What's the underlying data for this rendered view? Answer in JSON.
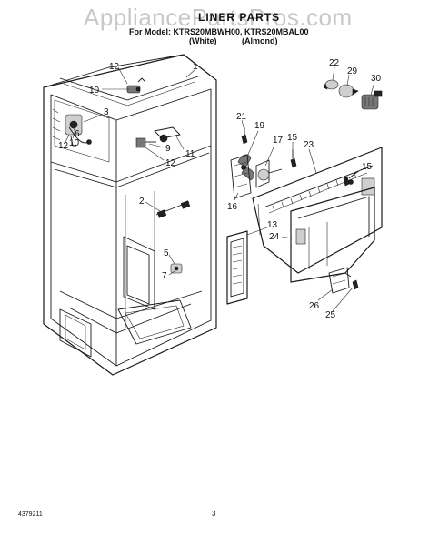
{
  "watermark": "AppliancePartsPros.com",
  "title": "LINER PARTS",
  "models_line": "For Model: KTRS20MBWH00, KTRS20MBAL00",
  "color_white": "(White)",
  "color_almond": "(Almond)",
  "callouts": [
    {
      "label": "1"
    },
    {
      "label": "12"
    },
    {
      "label": "10"
    },
    {
      "label": "3"
    },
    {
      "label": "6"
    },
    {
      "label": "12"
    },
    {
      "label": "10"
    },
    {
      "label": "9"
    },
    {
      "label": "12"
    },
    {
      "label": "11"
    },
    {
      "label": "2"
    },
    {
      "label": "5"
    },
    {
      "label": "7"
    },
    {
      "label": "22"
    },
    {
      "label": "29"
    },
    {
      "label": "30"
    },
    {
      "label": "21"
    },
    {
      "label": "19"
    },
    {
      "label": "17"
    },
    {
      "label": "15"
    },
    {
      "label": "23"
    },
    {
      "label": "15"
    },
    {
      "label": "16"
    },
    {
      "label": "13"
    },
    {
      "label": "24"
    },
    {
      "label": "26"
    },
    {
      "label": "25"
    }
  ],
  "doc_number": "4379211",
  "page_number": "3"
}
